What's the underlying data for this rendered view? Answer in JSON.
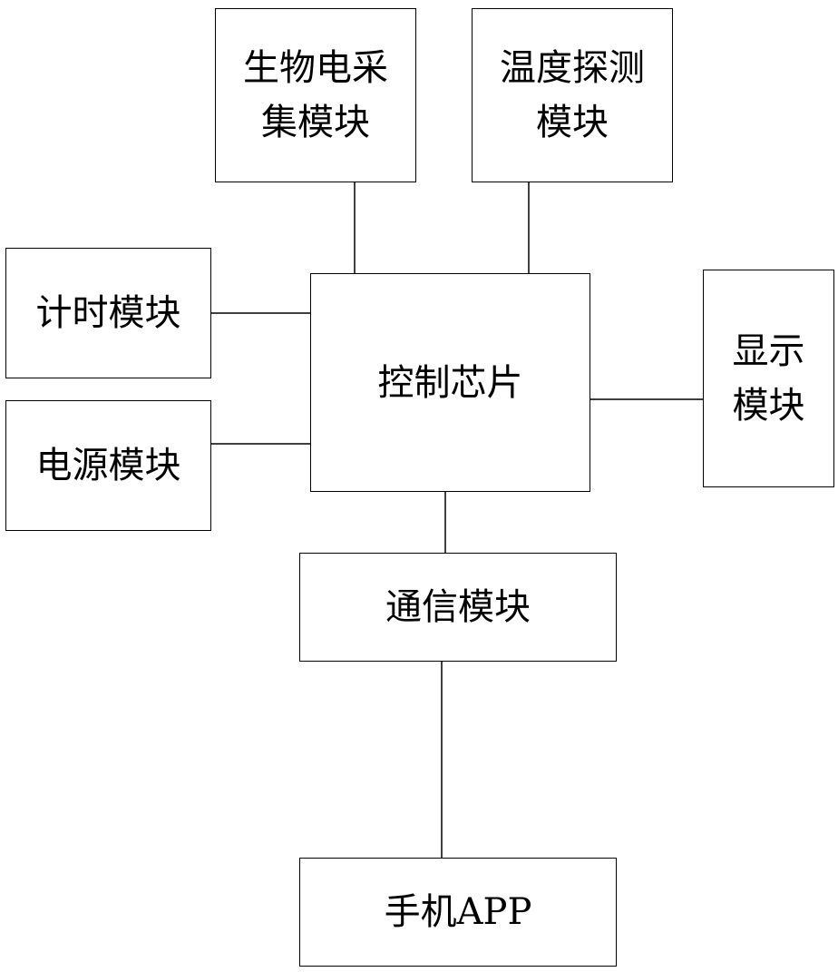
{
  "diagram": {
    "blocks": {
      "bio": {
        "label": "生物电采\n集模块"
      },
      "temperature": {
        "label": "温度探测\n模块"
      },
      "timer": {
        "label": "计时模块"
      },
      "power": {
        "label": "电源模块"
      },
      "control": {
        "label": "控制芯片"
      },
      "display": {
        "label": "显示\n模块"
      },
      "communication": {
        "label": "通信模块"
      },
      "app": {
        "label": "手机APP"
      }
    }
  }
}
